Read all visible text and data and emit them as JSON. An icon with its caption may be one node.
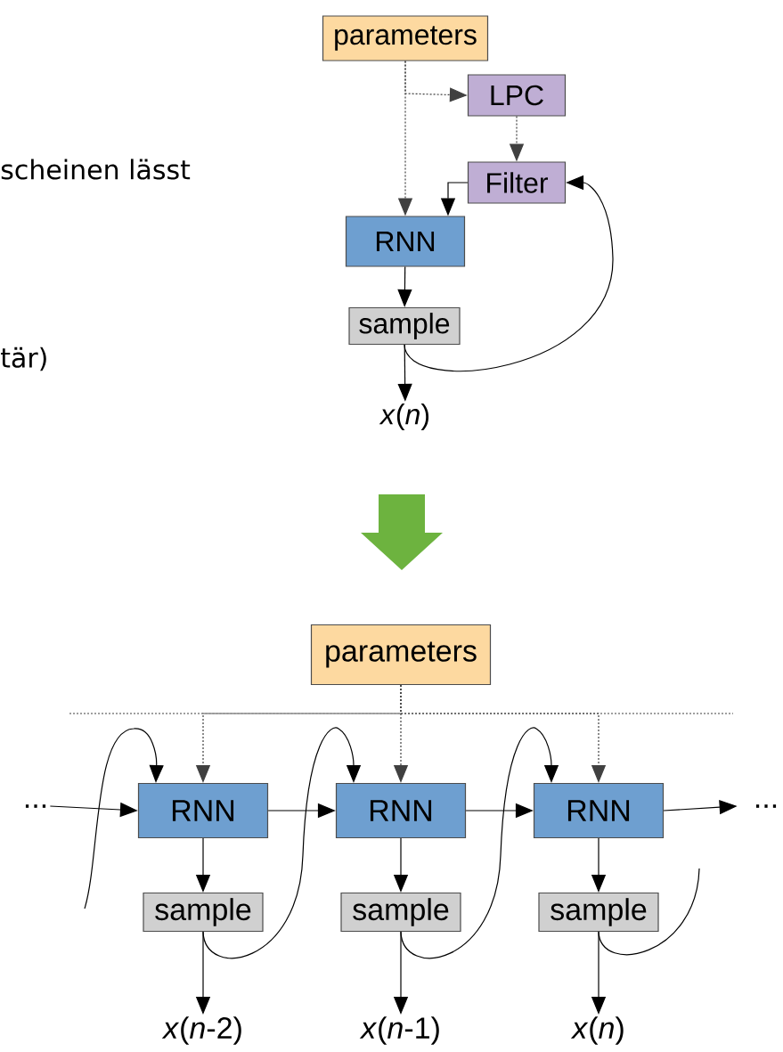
{
  "diagram": {
    "nodes": [
      {
        "text": [
          "parameters"
        ]
      },
      {
        "text": [
          "LPC"
        ]
      },
      {
        "text": [
          "Filter"
        ]
      },
      {
        "text": [
          "RNN"
        ]
      },
      {
        "text": [
          "sample"
        ]
      },
      {
        "text": [
          "*x*(*n*)"
        ]
      },
      {
        "text": [
          "parameters"
        ]
      },
      {
        "text": [
          "..."
        ]
      },
      {
        "text": [
          "RNN"
        ]
      },
      {
        "text": [
          "sample"
        ]
      },
      {
        "text": [
          "RNN"
        ]
      },
      {
        "text": [
          "sample"
        ]
      },
      {
        "text": [
          "RNN"
        ]
      },
      {
        "text": [
          "sample"
        ]
      },
      {
        "text": [
          "..."
        ]
      },
      {
        "text": [
          "*x*(*n*-2)"
        ]
      },
      {
        "text": [
          "*x*(*n*-1)"
        ]
      },
      {
        "text": [
          "*x*(*n*)"
        ]
      }
    ],
    "edges": [
      {
        "from": 0,
        "to": 1,
        "arrow": "to",
        "style": "dashed"
      },
      {
        "from": 0,
        "to": 3,
        "arrow": "to",
        "style": "dashed"
      },
      {
        "from": 1,
        "to": 2,
        "arrow": "to",
        "style": "dashed"
      },
      {
        "from": 2,
        "to": 3,
        "arrow": "to"
      },
      {
        "from": 3,
        "to": 4,
        "arrow": "to"
      },
      {
        "from": 4,
        "to": 5,
        "arrow": "to"
      },
      {
        "from": 4,
        "to": 2,
        "arrow": "to"
      },
      {
        "from": 6,
        "to": 8,
        "arrow": "to",
        "style": "dashed"
      },
      {
        "from": 6,
        "to": 10,
        "arrow": "to",
        "style": "dashed"
      },
      {
        "from": 6,
        "to": 12,
        "arrow": "to",
        "style": "dashed"
      },
      {
        "from": 7,
        "to": 8,
        "arrow": "to"
      },
      {
        "from": 8,
        "to": 10,
        "arrow": "to"
      },
      {
        "from": 10,
        "to": 12,
        "arrow": "to"
      },
      {
        "from": 12,
        "to": 14,
        "arrow": "to"
      },
      {
        "from": 8,
        "to": 9,
        "arrow": "to"
      },
      {
        "from": 10,
        "to": 11,
        "arrow": "to"
      },
      {
        "from": 12,
        "to": 13,
        "arrow": "to"
      },
      {
        "from": 9,
        "to": 15,
        "arrow": "to"
      },
      {
        "from": 11,
        "to": 16,
        "arrow": "to"
      },
      {
        "from": 13,
        "to": 17,
        "arrow": "to"
      },
      {
        "from": null,
        "to": 8,
        "arrow": "to"
      },
      {
        "from": 9,
        "to": 10,
        "arrow": "to"
      },
      {
        "from": 11,
        "to": 12,
        "arrow": "to"
      },
      {
        "from": 13,
        "to": null,
        "arrow": "none"
      }
    ],
    "labels": [
      "scheinen lässt",
      "tär)"
    ]
  }
}
